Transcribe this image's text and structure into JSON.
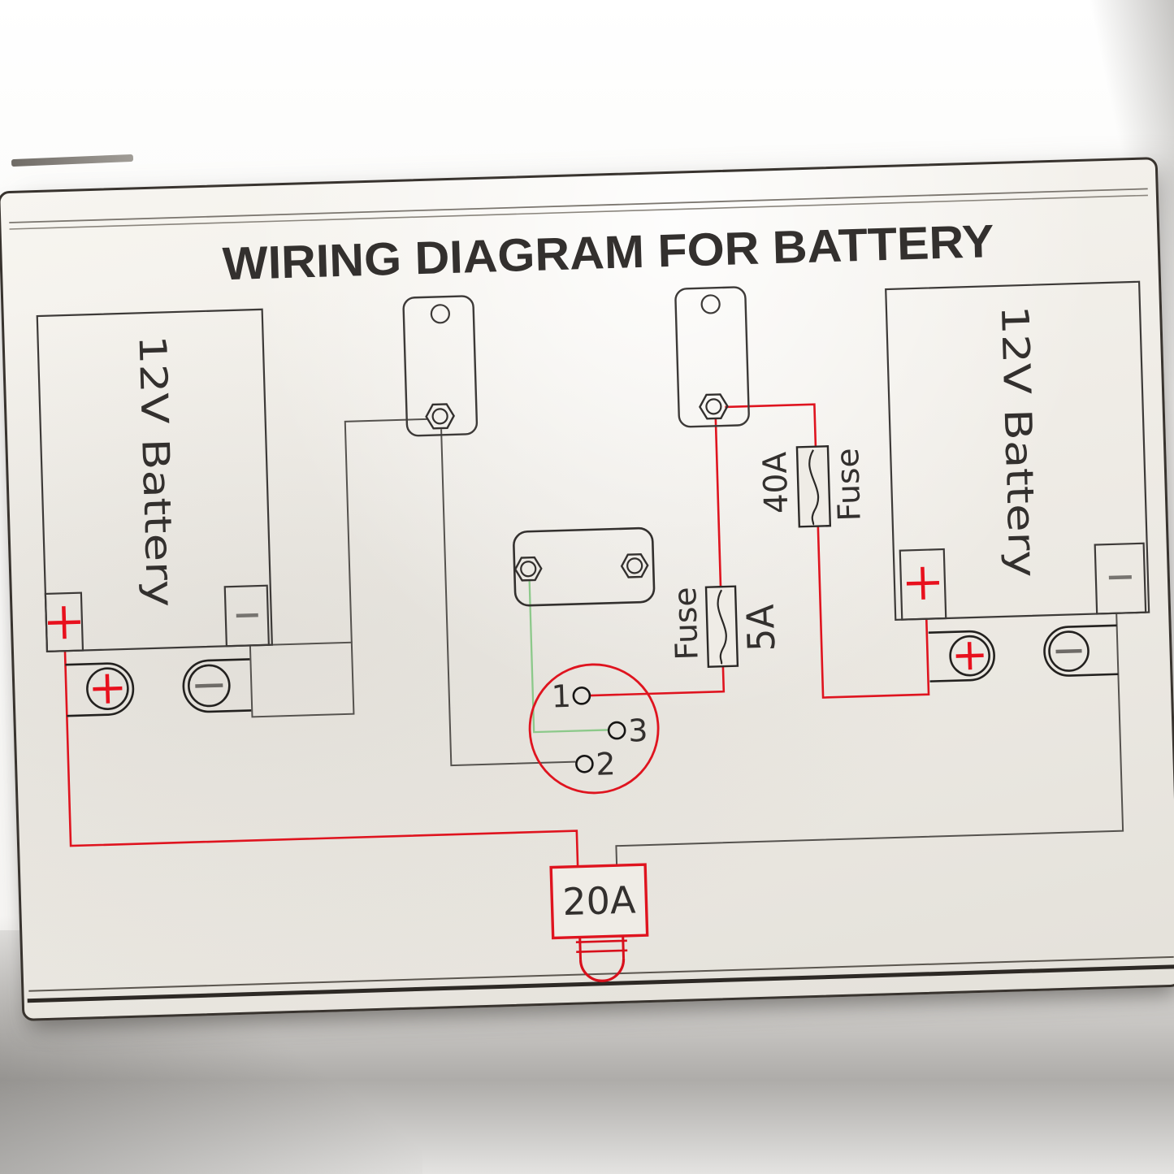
{
  "title": "WIRING DIAGRAM FOR BATTERY",
  "batteries": {
    "left": {
      "label": "12V Battery",
      "positive": "+",
      "negative": "−"
    },
    "right": {
      "label": "12V Battery",
      "positive": "+",
      "negative": "−"
    }
  },
  "fuses": {
    "fuse_40a": {
      "rating": "40A",
      "label": "Fuse"
    },
    "fuse_5a": {
      "rating": "5A",
      "label": "Fuse"
    },
    "fuse_20a": {
      "rating": "20A"
    }
  },
  "rotary_switch": {
    "terminal_1": "1",
    "terminal_2": "2",
    "terminal_3": "3"
  },
  "colors": {
    "positive_wire": "#df141f",
    "ground_wire": "#55524e",
    "signal_wire": "#8cc98a",
    "outline": "#3d3a38",
    "accent_red": "#df141f",
    "title_text": "#575352"
  }
}
